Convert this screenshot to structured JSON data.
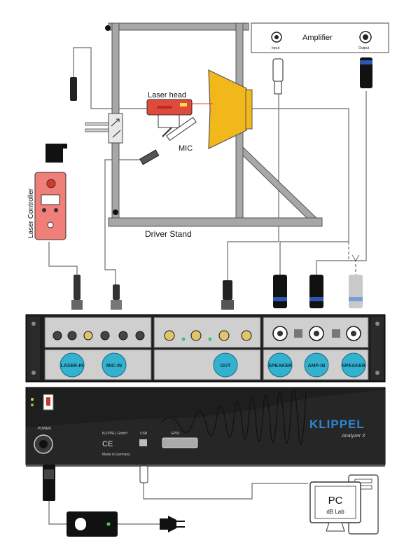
{
  "labels": {
    "amplifier": "Amplifier",
    "amp_input": "Input",
    "amp_output": "Output",
    "laser_head": "Laser head",
    "mic": "MIC",
    "laser_controller": "Laser Controller",
    "driver_stand": "Driver Stand",
    "pc": "PC",
    "pc_sub": "dB Lab"
  },
  "rack": {
    "buttons": {
      "laser_in": "LASER-IN",
      "mic_in": "MIC-IN",
      "out": "OUT",
      "speaker_1": "SPEAKER",
      "amp_in": "AMP-IN",
      "speaker_2": "SPEAKER"
    }
  },
  "analyzer": {
    "brand": "KLIPPEL",
    "model": "Analyzer 3",
    "power_label": "POWER",
    "company": "KLIPPEL GmbH",
    "made_in": "Made in Germany",
    "usb_label": "USB",
    "gpio_label": "GPIO",
    "ce_mark": "CE"
  },
  "colors": {
    "speaker_cone": "#f2b71a",
    "laser_head": "#e04a3c",
    "controller": "#f07f7a",
    "button_cyan": "#33b1cf",
    "frame_gray": "#999999",
    "brand_blue": "#1f6fb5",
    "rack_dark": "#1e1e1e"
  }
}
